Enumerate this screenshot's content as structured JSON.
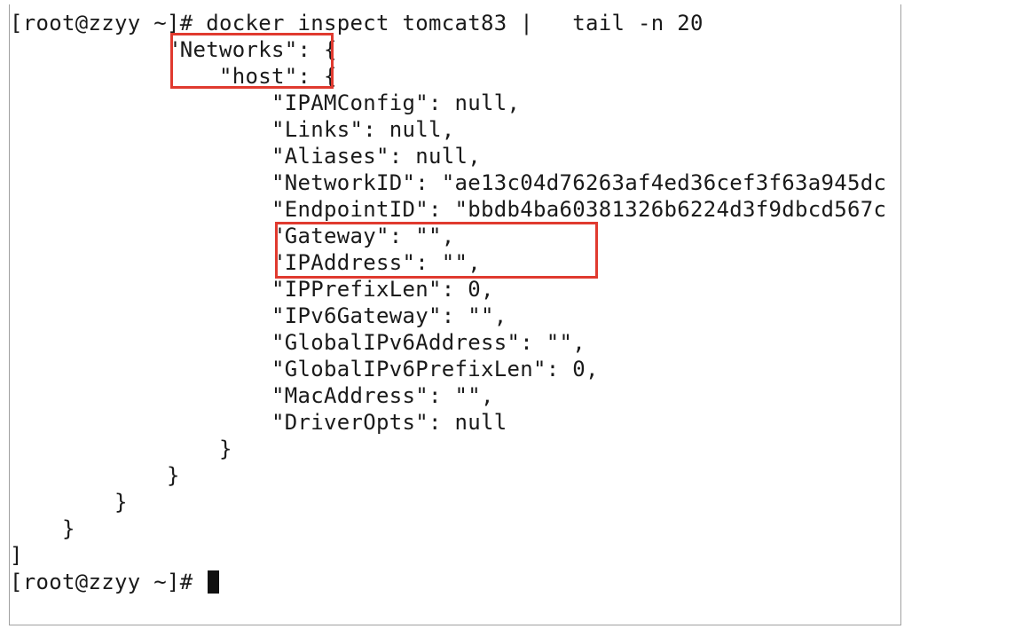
{
  "terminal": {
    "lines": [
      "[root@zzyy ~]# docker inspect tomcat83 |   tail -n 20",
      "            \"Networks\": {",
      "                \"host\": {",
      "                    \"IPAMConfig\": null,",
      "                    \"Links\": null,",
      "                    \"Aliases\": null,",
      "                    \"NetworkID\": \"ae13c04d76263af4ed36cef3f63a945dc",
      "                    \"EndpointID\": \"bbdb4ba60381326b6224d3f9dbcd567c",
      "                    \"Gateway\": \"\",",
      "                    \"IPAddress\": \"\",",
      "                    \"IPPrefixLen\": 0,",
      "                    \"IPv6Gateway\": \"\",",
      "                    \"GlobalIPv6Address\": \"\",",
      "                    \"GlobalIPv6PrefixLen\": 0,",
      "                    \"MacAddress\": \"\",",
      "                    \"DriverOpts\": null",
      "                }",
      "            }",
      "        }",
      "    }",
      "]",
      "[root@zzyy ~]# "
    ]
  },
  "colors": {
    "highlight": "#e03a2f",
    "text": "#1a1a1a",
    "background": "#ffffff"
  }
}
